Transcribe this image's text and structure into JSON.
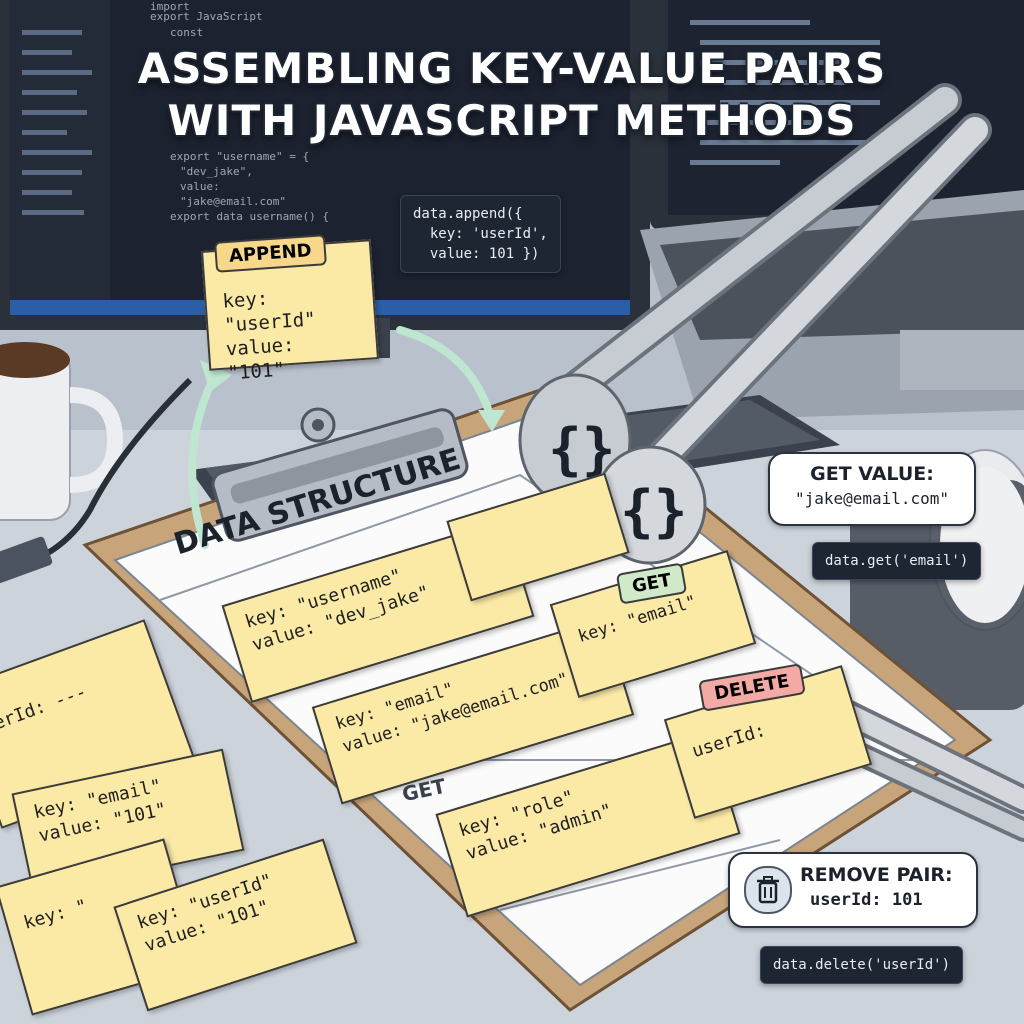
{
  "title": {
    "line1": "ASSEMBLING KEY-VALUE PAIRS",
    "line2": "WITH JAVASCRIPT METHODS"
  },
  "append": {
    "tag": "APPEND",
    "key_line": "key: \"userId\"",
    "value_line": "value: \"101\"",
    "code": [
      "data.append({",
      "  key: 'userId',",
      "  value: 101 })"
    ]
  },
  "board": {
    "heading": "DATA STRUCTURE",
    "notes": [
      {
        "key_line": "key: \"username\"",
        "value_line": "value: \"dev_jake\""
      },
      {
        "key_line": "key: \"email\"",
        "value_line": "value: \"jake@email.com\""
      },
      {
        "key_line": "key: \"role\"",
        "value_line": "value: \"admin\""
      }
    ],
    "get_label": "GET",
    "get_note": {
      "tag": "GET",
      "key_line": "key: \"email\""
    },
    "delete_note": {
      "tag": "DELETE",
      "key_line": "userId:"
    }
  },
  "get_value": {
    "title": "GET VALUE:",
    "value": "\"jake@email.com\"",
    "code": "data.get('email')"
  },
  "remove_pair": {
    "title": "REMOVE PAIR:",
    "value": "userId: 101",
    "code": "data.delete('userId')",
    "icon": "trash-icon"
  },
  "scattered_notes": [
    {
      "text": "serId: ---"
    },
    {
      "key_line": "key: \"email\"",
      "value_line": "value: \"101\""
    },
    {
      "text": "key: \""
    },
    {
      "key_line": "key: \"userId\"",
      "value_line": "value: \"101\""
    }
  ],
  "monitor_code": {
    "lines": [
      "import",
      "export JavaScript",
      "const",
      "export \"username\" = {",
      "  \"dev_jake\",",
      "  value:",
      "  \"jake@email.com\"",
      "export data   username() {"
    ]
  },
  "colors": {
    "note_yellow": "#fbe9a6",
    "get_green": "#cfe9c9",
    "delete_red": "#f3a9a4",
    "append_tag": "#f7d88a",
    "code_bg": "#1e2633"
  }
}
